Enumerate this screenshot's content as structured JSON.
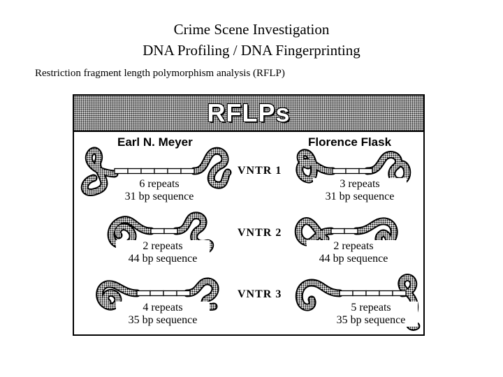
{
  "page": {
    "title_line1": "Crime Scene Investigation",
    "title_line2": "DNA Profiling / DNA Fingerprinting",
    "subtitle": "Restriction fragment length polymorphism analysis (RFLP)"
  },
  "panel": {
    "banner": "RFLPs",
    "person_left": "Earl N. Meyer",
    "person_right": "Florence Flask",
    "rows": [
      {
        "vntr": "VNTR 1",
        "left": {
          "repeats": "6 repeats",
          "sequence": "31 bp sequence",
          "segments": 6
        },
        "right": {
          "repeats": "3 repeats",
          "sequence": "31 bp sequence",
          "segments": 3
        }
      },
      {
        "vntr": "VNTR 2",
        "left": {
          "repeats": "2 repeats",
          "sequence": "44 bp sequence",
          "segments": 2
        },
        "right": {
          "repeats": "2 repeats",
          "sequence": "44 bp sequence",
          "segments": 2
        }
      },
      {
        "vntr": "VNTR 3",
        "left": {
          "repeats": "4 repeats",
          "sequence": "35 bp sequence",
          "segments": 4
        },
        "right": {
          "repeats": "5 repeats",
          "sequence": "35 bp sequence",
          "segments": 5
        }
      }
    ]
  },
  "colors": {
    "strand_fill": "#9a9a9a",
    "strand_outline": "#000000",
    "banner_dots": "#222222"
  }
}
